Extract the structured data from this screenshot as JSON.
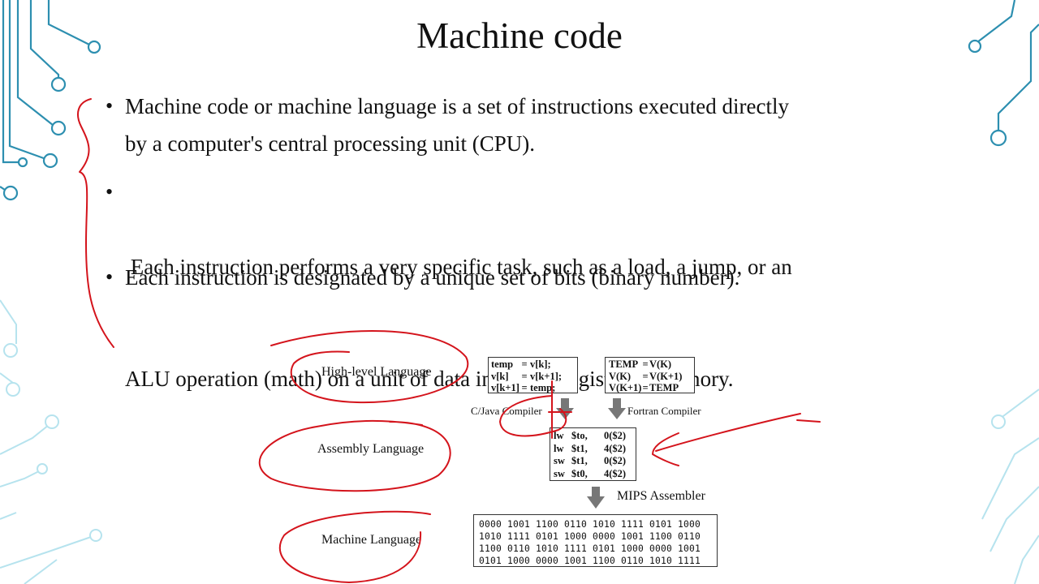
{
  "slide": {
    "title": "Machine code",
    "bullets": [
      {
        "lines": [
          "Machine code or machine language is a set of instructions executed directly",
          "by a computer's central processing unit (CPU)."
        ]
      },
      {
        "lines": [
          " Each instruction performs a very specific task, such as a load, a jump, or an",
          "ALU operation (math) on a unit of data in a CPU register or memory."
        ]
      },
      {
        "lines": [
          "Each instruction is designated by a unique set of bits (binary number)."
        ]
      }
    ]
  },
  "diagram": {
    "levels": [
      "High-level Language",
      "Assembly Language",
      "Machine Language"
    ],
    "c_code": [
      {
        "lhs": "temp",
        "op": "=",
        "rhs": "v[k];"
      },
      {
        "lhs": "v[k]",
        "op": "=",
        "rhs": "v[k+1];"
      },
      {
        "lhs": "v[k+1]",
        "op": "=",
        "rhs": "temp;"
      }
    ],
    "fortran_code": [
      {
        "lhs": "TEMP",
        "op": "=",
        "rhs": "V(K)"
      },
      {
        "lhs": "V(K)",
        "op": "=",
        "rhs": "V(K+1)"
      },
      {
        "lhs": "V(K+1)",
        "op": "=",
        "rhs": "TEMP"
      }
    ],
    "compilers": {
      "c_java": "C/Java Compiler",
      "fortran": "Fortran Compiler"
    },
    "mips": [
      {
        "op": "lw",
        "reg": "$to,",
        "addr": "0($2)"
      },
      {
        "op": "lw",
        "reg": "$t1,",
        "addr": "4($2)"
      },
      {
        "op": "sw",
        "reg": "$t1,",
        "addr": "0($2)"
      },
      {
        "op": "sw",
        "reg": "$t0,",
        "addr": "4($2)"
      }
    ],
    "assembler": "MIPS Assembler",
    "binary": [
      "0000 1001 1100 0110 1010 1111 0101 1000",
      "1010 1111 0101 1000 0000 1001 1100 0110",
      "1100 0110 1010 1111 0101 1000 0000 1001",
      "0101 1000 0000 1001 1100 0110 1010 1111"
    ]
  },
  "colors": {
    "circuit": "#2d8fb0",
    "circuit_light": "#b6e3ee",
    "ink": "#d4141c",
    "arrow": "#777777"
  }
}
